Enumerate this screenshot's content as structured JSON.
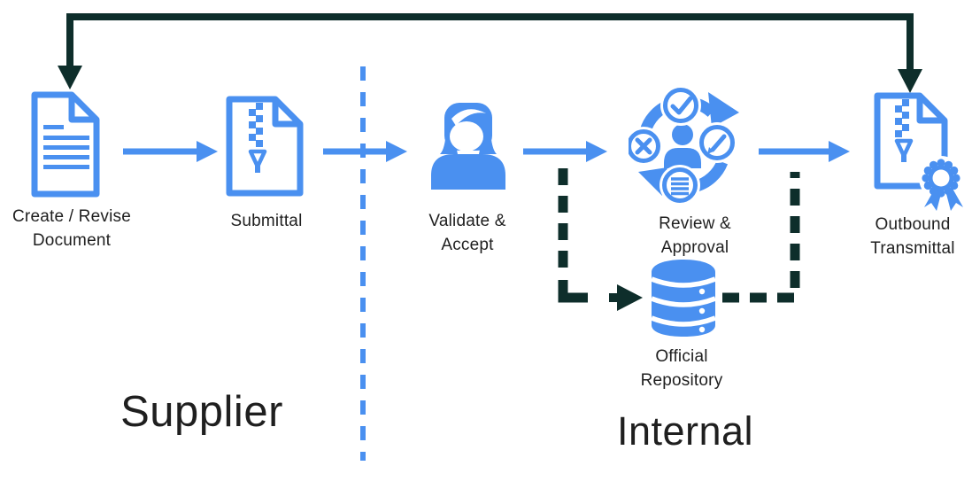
{
  "diagram": {
    "type": "flowchart",
    "colors": {
      "primary_blue": "#4A90F0",
      "dark_teal": "#0E2E2B",
      "text": "#1F1F1F",
      "background": "#FFFFFF"
    },
    "zones": {
      "supplier": {
        "label": "Supplier"
      },
      "internal": {
        "label": "Internal"
      }
    },
    "nodes": [
      {
        "id": "create-revise-document",
        "label": "Create / Revise\nDocument",
        "icon": "document-icon"
      },
      {
        "id": "submittal",
        "label": "Submittal",
        "icon": "zip-document-icon"
      },
      {
        "id": "validate-accept",
        "label": "Validate &\nAccept",
        "icon": "person-icon"
      },
      {
        "id": "review-approval",
        "label": "Review &\nApproval",
        "icon": "approval-cycle-icon"
      },
      {
        "id": "official-repository",
        "label": "Official\nRepository",
        "icon": "database-icon"
      },
      {
        "id": "outbound-transmittal",
        "label": "Outbound\nTransmittal",
        "icon": "certified-zip-document-icon"
      }
    ],
    "connectors": [
      {
        "id": "feedback-return",
        "from": "outbound-transmittal",
        "to": "create-revise-document",
        "style": "solid dark, arrowheads down at both ends"
      },
      {
        "id": "create-to-submittal",
        "style": "solid blue arrow"
      },
      {
        "id": "submittal-to-validate",
        "style": "solid blue arrow, crosses divider"
      },
      {
        "id": "validate-to-review",
        "style": "solid blue arrow"
      },
      {
        "id": "review-to-outbound",
        "style": "solid blue arrow"
      },
      {
        "id": "branch-to-repository",
        "style": "dashed dark, arrow into repository"
      },
      {
        "id": "branch-from-repository",
        "style": "dashed dark, up to outbound path"
      },
      {
        "id": "supplier-internal-divider",
        "style": "dashed blue vertical line"
      }
    ]
  }
}
